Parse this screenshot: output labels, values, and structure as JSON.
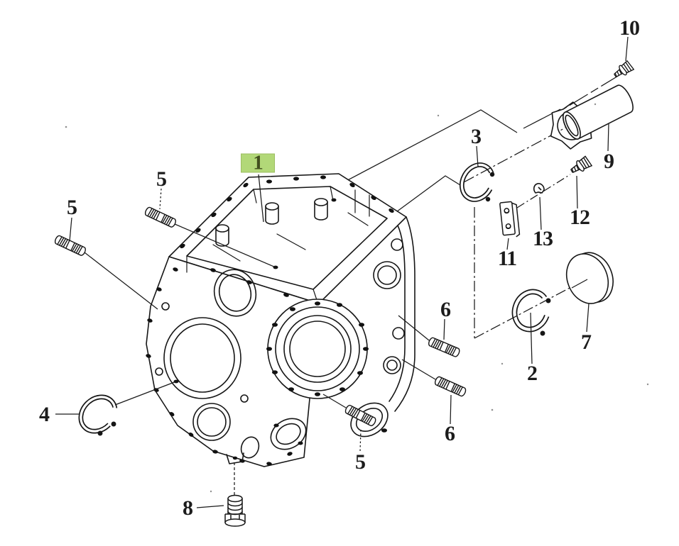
{
  "diagram": {
    "type": "exploded-parts-diagram",
    "subject": "gearbox-housing-assembly",
    "background": "#ffffff",
    "line_color": "#1a1a1a",
    "selected_part": "1",
    "highlight": {
      "fill": "#b2d878",
      "text_color": "#42501e"
    },
    "labels": [
      {
        "part": "1",
        "text": "1",
        "highlighted": true
      },
      {
        "part": "5",
        "text": "5"
      },
      {
        "part": "5",
        "text": "5"
      },
      {
        "part": "5",
        "text": "5"
      },
      {
        "part": "4",
        "text": "4"
      },
      {
        "part": "8",
        "text": "8"
      },
      {
        "part": "6",
        "text": "6"
      },
      {
        "part": "6",
        "text": "6"
      },
      {
        "part": "2",
        "text": "2"
      },
      {
        "part": "7",
        "text": "7"
      },
      {
        "part": "3",
        "text": "3"
      },
      {
        "part": "9",
        "text": "9"
      },
      {
        "part": "10",
        "text": "10"
      },
      {
        "part": "11",
        "text": "11"
      },
      {
        "part": "12",
        "text": "12"
      },
      {
        "part": "13",
        "text": "13"
      }
    ]
  }
}
